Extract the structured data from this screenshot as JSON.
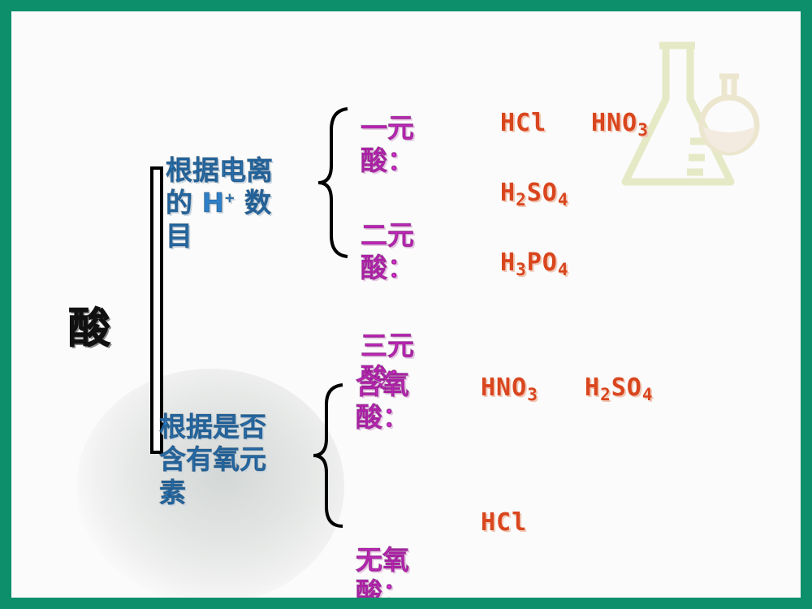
{
  "title": "酸",
  "by_ionizable_h": {
    "label_line1": "根据电离",
    "label_line2_pre": "的 H",
    "label_line2_sup": "+",
    "label_line2_post": " 数",
    "label_line3": "目",
    "items": [
      {
        "label_line1": "一元",
        "label_line2": "酸："
      },
      {
        "label_line1": "二元",
        "label_line2": "酸："
      },
      {
        "label_line1": "三元",
        "label_line2": "酸："
      }
    ]
  },
  "by_oxygen": {
    "label_line1": "根据是否",
    "label_line2": "含有氧元",
    "label_line3": "素",
    "items": [
      {
        "label_line1": "含氧",
        "label_line2": "酸："
      },
      {
        "label_line1": "无氧",
        "label_line2": "酸："
      }
    ]
  },
  "formulas": {
    "monoprotic": [
      "HCl",
      "HNO3"
    ],
    "diprotic": [
      "H2SO4"
    ],
    "triprotic": [
      "H3PO4"
    ],
    "oxyacids": [
      "HNO3",
      "H2SO4"
    ],
    "hydracids": [
      "HCl"
    ]
  },
  "colors": {
    "frame": "#0e8f6b",
    "category_text": "#2d7fc7",
    "type_text": "#e02dd8",
    "formula_text": "#d9461e"
  }
}
